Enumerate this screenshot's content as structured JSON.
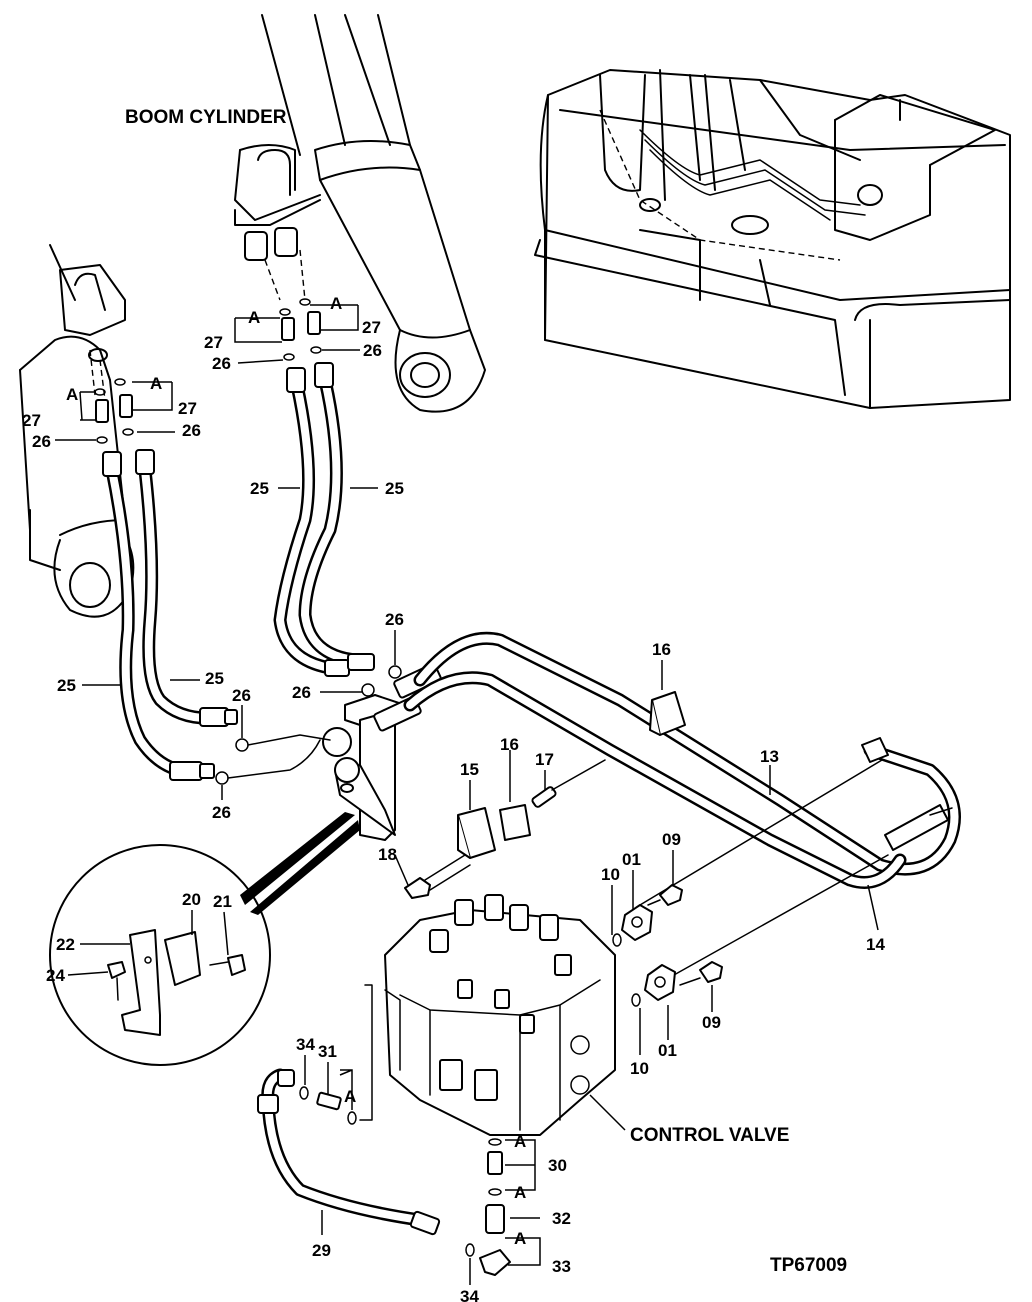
{
  "titles": {
    "boom_cylinder": "BOOM CYLINDER",
    "control_valve": "CONTROL VALVE",
    "figure_id": "TP67009"
  },
  "part_labels": {
    "p01": "01",
    "p09": "09",
    "p10": "10",
    "p13": "13",
    "p14": "14",
    "p15": "15",
    "p16": "16",
    "p17": "17",
    "p18": "18",
    "p20": "20",
    "p21": "21",
    "p22": "22",
    "p24": "24",
    "p25": "25",
    "p26": "26",
    "p27": "27",
    "p29": "29",
    "p30": "30",
    "p31": "31",
    "p32": "32",
    "p33": "33",
    "p34": "34",
    "ref_a": "A"
  }
}
